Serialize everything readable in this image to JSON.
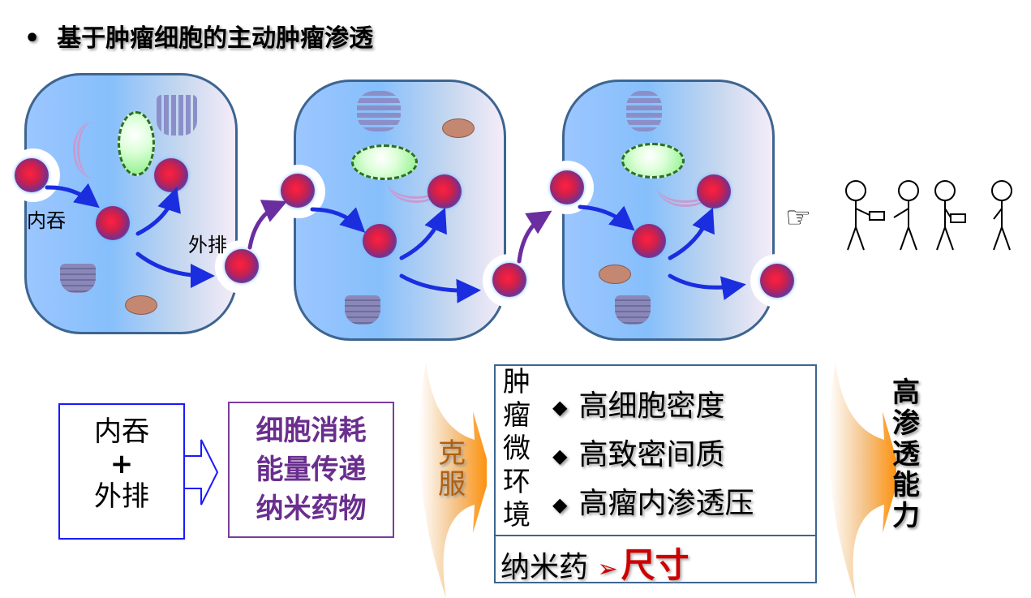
{
  "title": "基于肿瘤细胞的主动肿瘤渗透",
  "bullet": "•",
  "diagram": {
    "endocytosis_label": "内吞",
    "exocytosis_label": "外排",
    "pointing_hand": "☞"
  },
  "box_transport": {
    "line1": "内吞",
    "plus": "+",
    "line2": "外排"
  },
  "box_energy": {
    "line1": "细胞消耗",
    "line2": "能量传递",
    "line3": "纳米药物"
  },
  "overcome_label": [
    "克",
    "服"
  ],
  "microenvironment": {
    "heading": [
      "肿",
      "瘤",
      "微",
      "环",
      "境"
    ],
    "items": [
      "高细胞密度",
      "高致密间质",
      "高瘤内渗透压"
    ],
    "bullet_symbol": "◆",
    "nanodrug_label": "纳米药",
    "pointer_symbol": "➢",
    "nanodrug_factor": "尺寸"
  },
  "result": [
    "高",
    "渗",
    "透",
    "能",
    "力"
  ],
  "colors": {
    "cell_border": "#3d6590",
    "accent_red": "#cc0000",
    "purple": "#6a2e8e",
    "blue_box": "#1a1aff"
  }
}
